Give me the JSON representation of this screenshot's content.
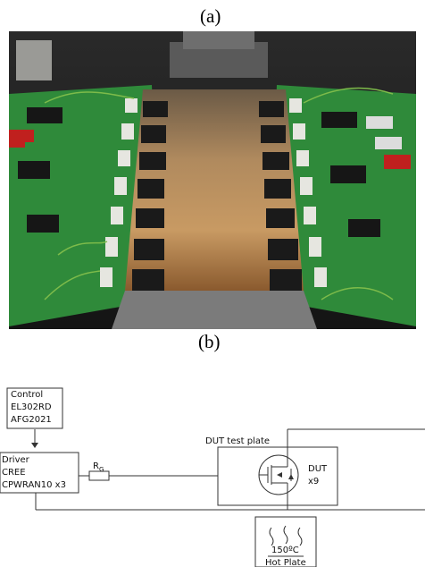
{
  "figure": {
    "panel_a_label": "(a)",
    "panel_b_label": "(b)"
  },
  "photo": {
    "icon": "pcb-photo"
  },
  "diagram": {
    "control": {
      "lines": [
        "Control",
        "EL302RD",
        "AFG2021"
      ]
    },
    "driver": {
      "lines": [
        "Driver",
        "CREE",
        "CPWRAN10 x3"
      ]
    },
    "resistor": {
      "label": "R",
      "subscript": "G"
    },
    "test_plate": {
      "title": "DUT test plate",
      "dut_label": "DUT",
      "dut_count": "x9"
    },
    "hot_plate": {
      "temperature": "150ºC",
      "label": "Hot Plate"
    }
  },
  "colors": {
    "pcb_green": "#2f8a3a",
    "copper": "#b7844e",
    "background_dark": "#1c1c1c",
    "line": "#333333"
  }
}
